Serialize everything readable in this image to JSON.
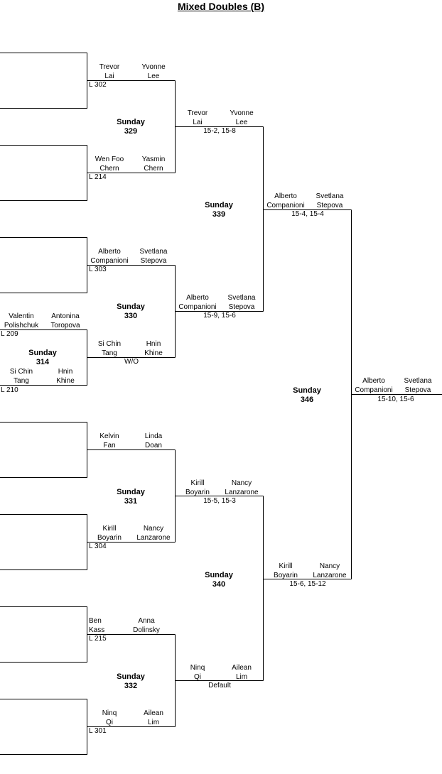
{
  "title": "Mixed Doubles (B)",
  "day": "Sunday",
  "round1": [
    {
      "p1": [
        "Trevor",
        "Lai"
      ],
      "p2": [
        "Yvonne",
        "Lee"
      ],
      "ref": "L 302"
    },
    {
      "p1": [
        "Wen Foo",
        "Chern"
      ],
      "p2": [
        "Yasmin",
        "Chern"
      ],
      "ref": "L 214"
    },
    {
      "p1": [
        "Alberto",
        "Companioni"
      ],
      "p2": [
        "Svetlana",
        "Stepova"
      ],
      "ref": "L 303"
    },
    {
      "p1": [
        "Si Chin",
        "Tang"
      ],
      "p2": [
        "Hnin",
        "Khine"
      ],
      "ref": ""
    },
    {
      "p1": [
        "Kelvin",
        "Fan"
      ],
      "p2": [
        "Linda",
        "Doan"
      ],
      "ref": ""
    },
    {
      "p1": [
        "Kirill",
        "Boyarin"
      ],
      "p2": [
        "Nancy",
        "Lanzarone"
      ],
      "ref": "L 304"
    },
    {
      "p1": [
        "Ben",
        "Kass"
      ],
      "p2": [
        "Anna",
        "Dolinsky"
      ],
      "ref": "L 215"
    },
    {
      "p1": [
        "Ninq",
        "Qi"
      ],
      "p2": [
        "Ailean",
        "Lim"
      ],
      "ref": "L 301"
    }
  ],
  "prelim": {
    "match": "314",
    "top": {
      "p1": [
        "Valentin",
        "Polishchuk"
      ],
      "p2": [
        "Antonina",
        "Toropova"
      ],
      "ref": "L 209"
    },
    "bottom": {
      "p1": [
        "Si Chin",
        "Tang"
      ],
      "p2": [
        "Hnin",
        "Khine"
      ],
      "ref": "L 210"
    }
  },
  "round2": [
    {
      "match": "329",
      "p1": [
        "Trevor",
        "Lai"
      ],
      "p2": [
        "Yvonne",
        "Lee"
      ],
      "score": "15-2, 15-8"
    },
    {
      "match": "330",
      "p1": [
        "Alberto",
        "Companioni"
      ],
      "p2": [
        "Svetlana",
        "Stepova"
      ],
      "score": "15-9, 15-6",
      "prev_score": "W/O"
    },
    {
      "match": "331",
      "p1": [
        "Kirill",
        "Boyarin"
      ],
      "p2": [
        "Nancy",
        "Lanzarone"
      ],
      "score": "15-5, 15-3"
    },
    {
      "match": "332",
      "p1": [
        "Ninq",
        "Qi"
      ],
      "p2": [
        "Ailean",
        "Lim"
      ],
      "score": "Default"
    }
  ],
  "round3": [
    {
      "match": "339",
      "p1": [
        "Alberto",
        "Companioni"
      ],
      "p2": [
        "Svetlana",
        "Stepova"
      ],
      "score": "15-4, 15-4"
    },
    {
      "match": "340",
      "p1": [
        "Kirill",
        "Boyarin"
      ],
      "p2": [
        "Nancy",
        "Lanzarone"
      ],
      "score": "15-6, 15-12"
    }
  ],
  "final": {
    "match": "346",
    "p1": [
      "Alberto",
      "Companioni"
    ],
    "p2": [
      "Svetlana",
      "Stepova"
    ],
    "score": "15-10, 15-6"
  }
}
